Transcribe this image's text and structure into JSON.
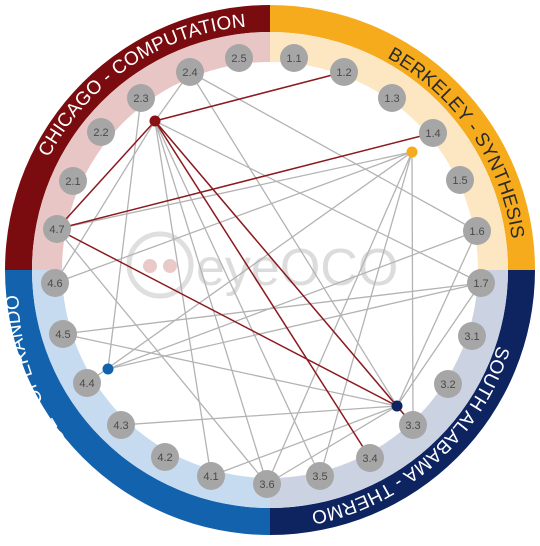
{
  "groups": [
    {
      "id": "chicago",
      "label": "CHICAGO - COMPUTATION",
      "ring_color": "#7a0c10",
      "wedge_color": "#e9c6c6",
      "label_color": "#ffffff",
      "nodes": [
        {
          "id": "2.1",
          "label": "2.1"
        },
        {
          "id": "2.2",
          "label": "2.2"
        },
        {
          "id": "2.3",
          "label": "2.3"
        },
        {
          "id": "2.4",
          "label": "2.4"
        },
        {
          "id": "2.5",
          "label": "2.5"
        }
      ]
    },
    {
      "id": "berkeley",
      "label": "BERKELEY - SYNTHESIS",
      "ring_color": "#f5ab1c",
      "wedge_color": "#fce7c2",
      "label_color": "#2a2a2a",
      "nodes": [
        {
          "id": "1.1",
          "label": "1.1"
        },
        {
          "id": "1.2",
          "label": "1.2"
        },
        {
          "id": "1.3",
          "label": "1.3"
        },
        {
          "id": "1.4",
          "label": "1.4"
        },
        {
          "id": "1.5",
          "label": "1.5"
        },
        {
          "id": "1.6",
          "label": "1.6"
        },
        {
          "id": "1.7",
          "label": "1.7"
        }
      ]
    },
    {
      "id": "south_alabama",
      "label": "SOUTH ALABAMA - THERMO",
      "ring_color": "#0e2461",
      "wedge_color": "#cbd2e2",
      "label_color": "#ffffff",
      "nodes": [
        {
          "id": "3.1",
          "label": "3.1"
        },
        {
          "id": "3.2",
          "label": "3.2"
        },
        {
          "id": "3.3",
          "label": "3.3"
        },
        {
          "id": "3.4",
          "label": "3.4"
        },
        {
          "id": "3.5",
          "label": "3.5"
        },
        {
          "id": "3.6",
          "label": "3.6"
        }
      ]
    },
    {
      "id": "ge",
      "label": "GE - OPERANDO",
      "ring_color": "#1262ae",
      "wedge_color": "#c6dbef",
      "label_color": "#ffffff",
      "nodes": [
        {
          "id": "4.1",
          "label": "4.1"
        },
        {
          "id": "4.2",
          "label": "4.2"
        },
        {
          "id": "4.3",
          "label": "4.3"
        },
        {
          "id": "4.4",
          "label": "4.4"
        },
        {
          "id": "4.5",
          "label": "4.5"
        },
        {
          "id": "4.6",
          "label": "4.6"
        },
        {
          "id": "4.7",
          "label": "4.7"
        }
      ]
    }
  ],
  "hubs": [
    {
      "id": "hub-chicago",
      "color": "#8b1014"
    },
    {
      "id": "hub-berkeley",
      "color": "#f5ab1c"
    },
    {
      "id": "hub-south-alabama",
      "color": "#0e2461"
    },
    {
      "id": "hub-ge",
      "color": "#1262ae"
    }
  ],
  "links_gray": [
    [
      "hub-chicago",
      "2.4"
    ],
    [
      "hub-chicago",
      "1.7"
    ],
    [
      "hub-chicago",
      "3.3"
    ],
    [
      "hub-chicago",
      "3.5"
    ],
    [
      "hub-chicago",
      "3.6"
    ],
    [
      "hub-chicago",
      "4.1"
    ],
    [
      "hub-chicago",
      "4.6"
    ],
    [
      "hub-berkeley",
      "4.7"
    ],
    [
      "hub-berkeley",
      "4.6"
    ],
    [
      "hub-berkeley",
      "4.4"
    ],
    [
      "hub-berkeley",
      "3.6"
    ],
    [
      "hub-berkeley",
      "3.5"
    ],
    [
      "hub-berkeley",
      "3.3"
    ],
    [
      "hub-south-alabama",
      "1.6"
    ],
    [
      "hub-south-alabama",
      "1.7"
    ],
    [
      "hub-south-alabama",
      "4.5"
    ],
    [
      "hub-south-alabama",
      "4.3"
    ],
    [
      "hub-south-alabama",
      "2.4"
    ],
    [
      "hub-south-alabama",
      "3.6"
    ],
    [
      "hub-south-alabama",
      "4.1"
    ],
    [
      "hub-ge",
      "1.6"
    ],
    [
      "hub-ge",
      "1.7"
    ],
    [
      "hub-ge",
      "2.3"
    ],
    [
      "2.4",
      "1.6"
    ],
    [
      "4.7",
      "3.6"
    ],
    [
      "4.5",
      "1.7"
    ]
  ],
  "links_red": [
    [
      "hub-chicago",
      "1.2"
    ],
    [
      "hub-chicago",
      "4.7"
    ],
    [
      "hub-chicago",
      "3.4"
    ],
    [
      "hub-chicago",
      "3.3"
    ],
    [
      "4.7",
      "1.4"
    ],
    [
      "4.7",
      "hub-south-alabama"
    ]
  ],
  "link_colors": {
    "gray": "#b3b3b3",
    "red": "#8b1a1e"
  },
  "node_fill": "#a6a6a6",
  "watermark": {
    "brand": "eyeOCO"
  }
}
